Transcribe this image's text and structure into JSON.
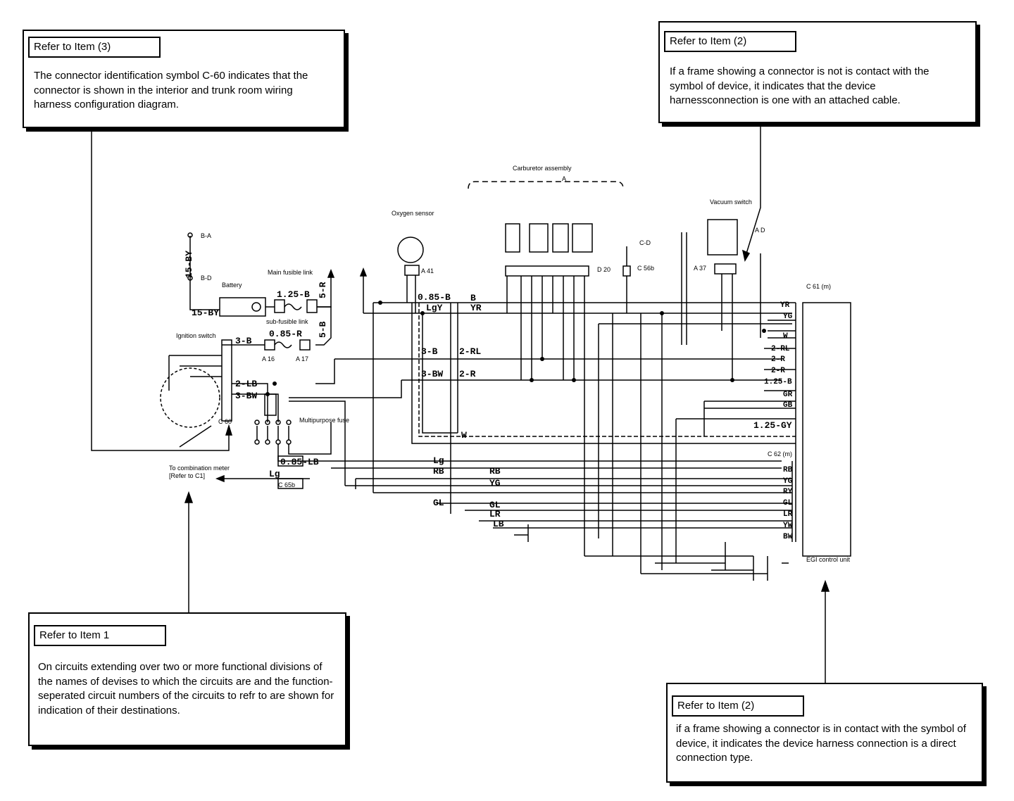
{
  "callouts": {
    "item3": {
      "tag": "Refer to Item (3)",
      "text": "The connector identification symbol C-60 indicates that the connector is shown in the interior and trunk room wiring harness configuration diagram."
    },
    "item2_top": {
      "tag": "Refer to Item (2)",
      "text": "If a frame showing a connector is not is contact with the symbol of device, it indicates that the device harnessconnection is one with an attached cable."
    },
    "item1": {
      "tag": "Refer to Item 1",
      "text": "On circuits extending over two or more functional divisions of the names of devises to which the circuits are and the function-seperated circuit numbers of the circuits to refr to are shown for indication of their destinations."
    },
    "item2_bottom": {
      "tag": "Refer to Item (2)",
      "text": "if a frame showing a connector is in contact with the symbol of device, it indicates the device harness connection is a direct connection type."
    }
  },
  "labels": {
    "carburetor_assembly": "Carburetor assembly",
    "carburetor_a": "A",
    "oxygen_sensor": "Oxygen sensor",
    "vacuum_switch": "Vacuum switch",
    "battery": "Battery",
    "ignition_switch": "Ignition switch",
    "main_fusible_link": "Main fusible link",
    "sub_fusible_link": "sub-fusible link",
    "multipurpose_fuse": "Multipurpose fuse",
    "to_combination_meter": "To combination meter",
    "to_combination_meter_ref": "[Refer to C1]",
    "ecu": "EGI control unit",
    "c61": "C 61 (m)",
    "c62": "C 62 (m)",
    "c60": "C 60",
    "c65b": "C 65b",
    "c56b": "C 56b",
    "d20": "D 20",
    "a41": "A 41",
    "a37": "A 37",
    "a16": "A 16",
    "a17": "A 17",
    "ad": "A D",
    "b_a": "B-A",
    "b_d": "B-D",
    "c_d": "C-D"
  },
  "wire_codes": {
    "w_15by": "15-BY",
    "w_15by_v": "15-BY",
    "w_125b": "1.25-B",
    "w_5r": "5-R",
    "w_5b_top": "5-B",
    "w_085r": "0.85-R",
    "w_3b": "3-B",
    "w_2lb": "2-LB",
    "w_3bw": "3-BW",
    "w_085lb": "0.85-LB",
    "w_085b": "0.85-B",
    "w_lgy": "LgY",
    "w_b": "B",
    "w_yr": "YR",
    "w_3b2": "3-B",
    "w_2rl": "2-RL",
    "w_3bw2": "3-BW",
    "w_2r": "2-R",
    "w_lg": "Lg",
    "w_lg2": "Lg",
    "w_rb": "RB",
    "w_rb2": "RB",
    "w_gl": "GL",
    "w_gl2": "GL",
    "w_yg": "YG",
    "w_lr": "LR",
    "w_lb": "LB",
    "w_w": "W",
    "w_125gy": "1.25-GY",
    "c61_yr": "YR",
    "c61_yg": "YG",
    "c61_w": "W",
    "c61_2rl": "2-RL",
    "c61_2r": "2-R",
    "c61_2r2": "2-R",
    "c61_125b": "1.25-B",
    "c61_gr": "GR",
    "c61_gb": "GB",
    "c62_rb": "RB",
    "c62_yg": "YG",
    "c62_ry": "RY",
    "c62_gl": "GL",
    "c62_lr": "LR",
    "c62_yw": "YW",
    "c62_bw": "BW"
  }
}
